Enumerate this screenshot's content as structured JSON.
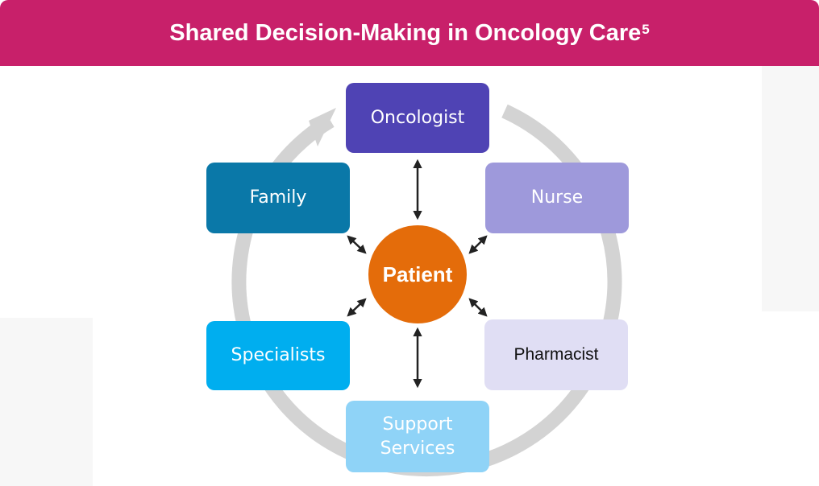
{
  "header": {
    "title": "Shared Decision-Making in Oncology Care",
    "superscript": "5"
  },
  "center": {
    "label": "Patient",
    "color": "#e46c0a"
  },
  "nodes": [
    {
      "label": "Oncologist",
      "color": "#4f43b4",
      "text_color": "#ffffff"
    },
    {
      "label": "Nurse",
      "color": "#9e99db",
      "text_color": "#ffffff"
    },
    {
      "label": "Pharmacist",
      "color": "#e0def4",
      "text_color": "#111111"
    },
    {
      "label": "Support Services",
      "color": "#8fd3f7",
      "text_color": "#ffffff"
    },
    {
      "label": "Specialists",
      "color": "#00aeef",
      "text_color": "#ffffff"
    },
    {
      "label": "Family",
      "color": "#0a78a8",
      "text_color": "#ffffff"
    }
  ],
  "cycle_color": "#d3d3d3",
  "arrow_color": "#222222"
}
